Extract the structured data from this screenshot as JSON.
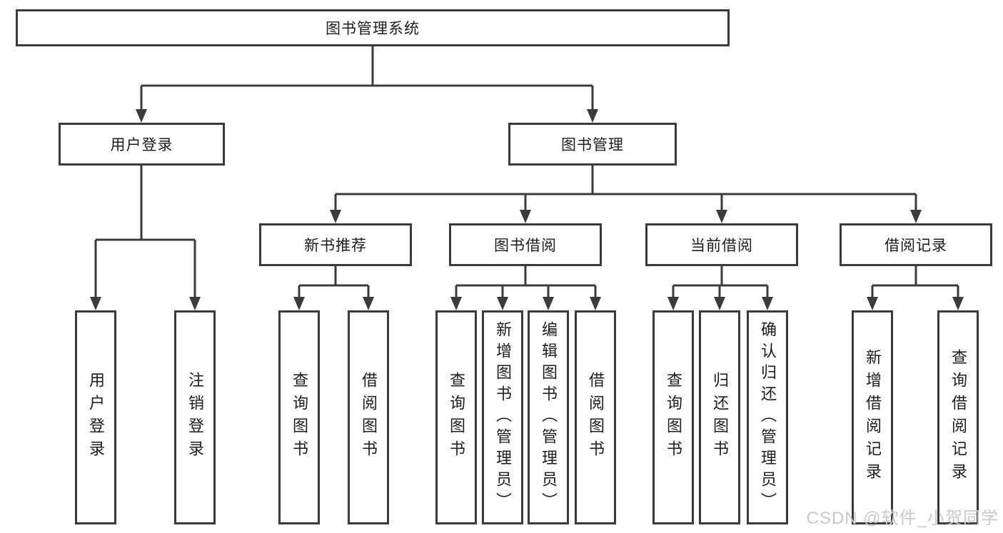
{
  "diagram": {
    "root": "图书管理系统",
    "branches": {
      "user_login": {
        "label": "用户登录",
        "children": {
          "login": "用户登录",
          "logout": "注销登录"
        }
      },
      "book_management": {
        "label": "图书管理",
        "sections": {
          "new_book_recommend": {
            "label": "新书推荐",
            "children": {
              "query_books": "查询图书",
              "borrow_books": "借阅图书"
            }
          },
          "book_borrow": {
            "label": "图书借阅",
            "children": {
              "query_books": "查询图书",
              "add_books": "新增图书（管理员）",
              "edit_books": "编辑图书（管理员）",
              "borrow_books": "借阅图书"
            }
          },
          "current_borrow": {
            "label": "当前借阅",
            "children": {
              "query_books": "查询图书",
              "return_books": "归还图书",
              "confirm_return": "确认归还（管理员）"
            }
          },
          "borrow_records": {
            "label": "借阅记录",
            "children": {
              "add_record": "新增借阅记录",
              "query_record": "查询借阅记录"
            }
          }
        }
      }
    }
  },
  "watermark": "CSDN @软件_小贺同学",
  "colors": {
    "line": "#3b3b3b",
    "text": "#1d1d1d",
    "watermark": "#c9c9c9",
    "background": "#ffffff"
  }
}
